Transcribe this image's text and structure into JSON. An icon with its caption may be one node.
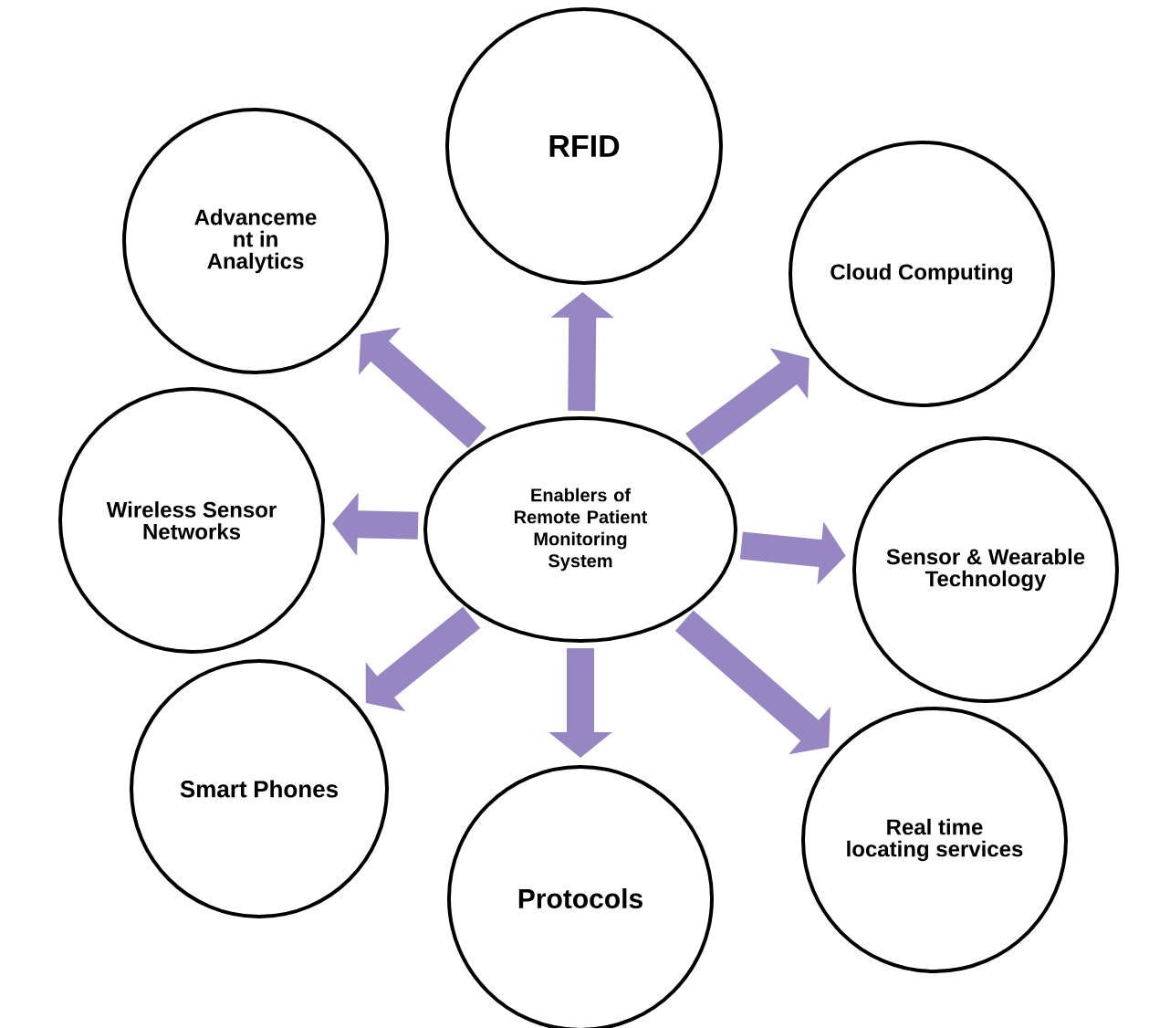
{
  "diagram": {
    "nodes": [
      {
        "text": [
          "Enablers of Remote Patient Monitoring System"
        ]
      },
      {
        "text": [
          "RFID"
        ]
      },
      {
        "text": [
          "Cloud Computing"
        ]
      },
      {
        "text": [
          "Sensor & Wearable Technology"
        ]
      },
      {
        "text": [
          "Real time locating services"
        ]
      },
      {
        "text": [
          "Protocols"
        ]
      },
      {
        "text": [
          "Smart Phones"
        ]
      },
      {
        "text": [
          "Wireless Sensor Networks"
        ]
      },
      {
        "text": [
          "Advanceme nt in Analytics"
        ]
      }
    ],
    "edges": [
      {
        "from": 0,
        "to": 1,
        "arrow": "to"
      },
      {
        "from": 0,
        "to": 2,
        "arrow": "to"
      },
      {
        "from": 0,
        "to": 3,
        "arrow": "to"
      },
      {
        "from": 0,
        "to": 4,
        "arrow": "to"
      },
      {
        "from": 0,
        "to": 5,
        "arrow": "to"
      },
      {
        "from": 0,
        "to": 6,
        "arrow": "to"
      },
      {
        "from": 0,
        "to": 7,
        "arrow": "to"
      },
      {
        "from": 0,
        "to": 8,
        "arrow": "to"
      }
    ]
  }
}
